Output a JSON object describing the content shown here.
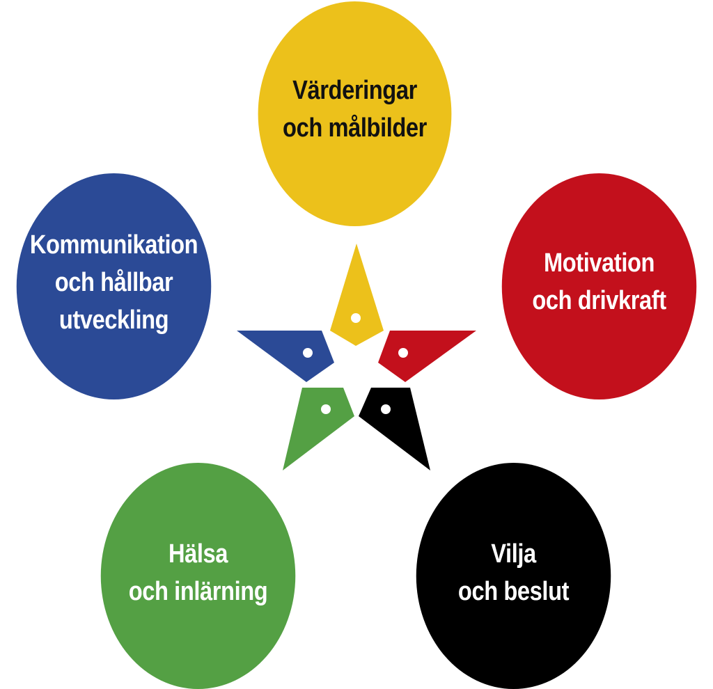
{
  "nodes": {
    "values": {
      "line1": "Värderingar",
      "line2": "och målbilder",
      "color": "#ECC11B"
    },
    "motivation": {
      "line1": "Motivation",
      "line2": "och drivkraft",
      "color": "#C3101C"
    },
    "communication": {
      "line1": "Kommunikation",
      "line2": "och hållbar",
      "line3": "utveckling",
      "color": "#2B4A96"
    },
    "health": {
      "line1": "Hälsa",
      "line2": "och inlärning",
      "color": "#54A044"
    },
    "will": {
      "line1": "Vilja",
      "line2": "och beslut",
      "color": "#000000"
    }
  },
  "star": {
    "colors": [
      "#ECC11B",
      "#C3101C",
      "#2B4A96",
      "#54A044",
      "#000000"
    ],
    "dot_color": "#ffffff"
  }
}
